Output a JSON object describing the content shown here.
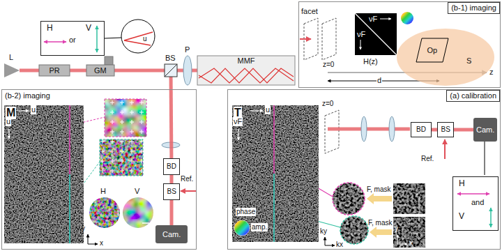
{
  "diagram": {
    "nodes": [
      {
        "text": [
          "H",
          "or",
          "V"
        ]
      },
      {
        "text": [
          "L"
        ]
      },
      {
        "text": [
          "PR"
        ]
      },
      {
        "text": [
          "GM"
        ]
      },
      {
        "text": [
          "BS"
        ]
      },
      {
        "text": [
          "P"
        ]
      },
      {
        "text": [
          "MMF"
        ]
      },
      {
        "text": [
          "(b-1) imaging"
        ]
      },
      {
        "text": [
          "νF",
          "νF",
          "H(z)"
        ],
        "in": 7
      },
      {
        "text": [
          "S"
        ],
        "in": 7
      },
      {
        "text": [
          "Op"
        ],
        "in": 9
      },
      {
        "text": [
          "(a) calibration"
        ]
      },
      {
        "text": [
          "T"
        ],
        "in": 11
      },
      {
        "text": [
          "BD"
        ],
        "in": 11
      },
      {
        "text": [
          "BS"
        ],
        "in": 11
      },
      {
        "text": [
          "Cam."
        ],
        "in": 11
      },
      {
        "text": [
          "H",
          "and",
          "V"
        ],
        "in": 11
      },
      {
        "text": [
          "(b-2) imaging"
        ]
      },
      {
        "text": [
          "M"
        ],
        "in": 17
      },
      {
        "text": [
          "BD"
        ],
        "in": 17
      },
      {
        "text": [
          "BS"
        ],
        "in": 17
      },
      {
        "text": [
          "Cam."
        ],
        "in": 17
      }
    ],
    "edges": [
      {
        "from": 1,
        "to": 2,
        "arrow": "none"
      },
      {
        "from": 2,
        "to": 3,
        "arrow": "none"
      },
      {
        "from": 3,
        "to": 4,
        "arrow": "none"
      },
      {
        "from": 4,
        "to": 5,
        "arrow": "none"
      },
      {
        "from": 5,
        "to": 6,
        "arrow": "none"
      },
      {
        "from": 4,
        "to": 19,
        "arrow": "none"
      },
      {
        "from": 19,
        "to": 20,
        "arrow": "none"
      },
      {
        "from": 20,
        "to": 21,
        "arrow": "none"
      },
      {
        "from": 13,
        "to": 14,
        "arrow": "none"
      },
      {
        "from": 14,
        "to": 15,
        "arrow": "none"
      }
    ],
    "labels": [
      "u",
      "facet",
      "z=0",
      "z",
      "d",
      "z=0",
      "u",
      "νF",
      "phase",
      "amp.",
      "F, mask",
      "F, mask",
      "ky",
      "kx",
      "y",
      "x",
      "Ref.",
      "u",
      "u",
      "Ref.",
      "H",
      "V",
      "y",
      "x"
    ]
  }
}
